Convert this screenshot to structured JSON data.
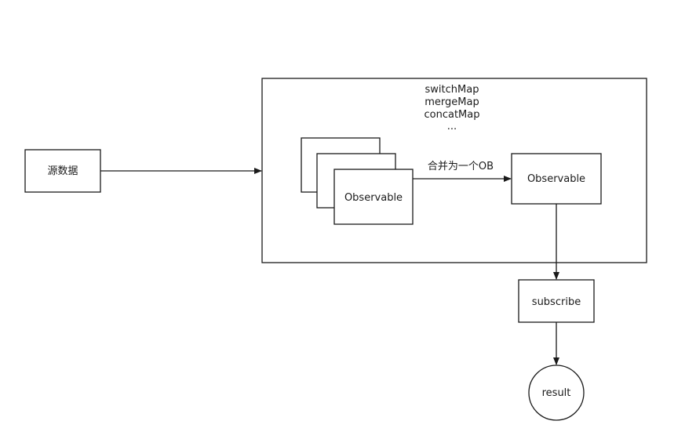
{
  "nodes": {
    "source": {
      "label": "源数据"
    },
    "observable_stack": {
      "label": "Observable"
    },
    "merged_observable": {
      "label": "Observable"
    },
    "subscribe": {
      "label": "subscribe"
    },
    "result": {
      "label": "result"
    }
  },
  "operators_container": {
    "operators": [
      "switchMap",
      "mergeMap",
      "concatMap",
      "..."
    ]
  },
  "edges": {
    "merge_label": "合并为一个OB"
  }
}
